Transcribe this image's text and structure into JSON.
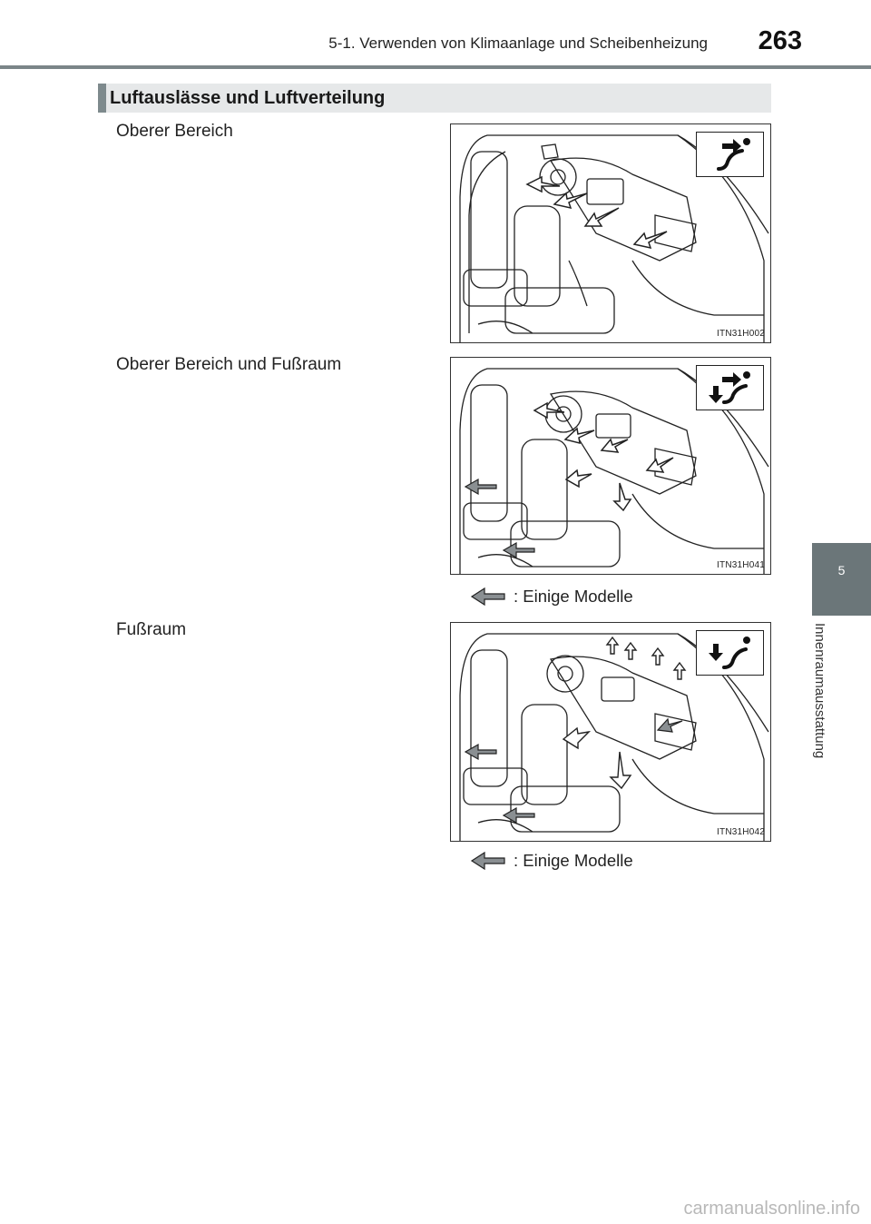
{
  "header": {
    "chapter_title": "5-1. Verwenden von Klimaanlage und Scheibenheizung",
    "page_number": "263"
  },
  "section": {
    "title": "Luftauslässe und Luftverteilung"
  },
  "items": [
    {
      "label": "Oberer Bereich",
      "figure_code": "ITN31H002",
      "mode_icon": "face-vent-icon"
    },
    {
      "label": "Oberer Bereich und Fußraum",
      "figure_code": "ITN31H041",
      "mode_icon": "bi-level-vent-icon",
      "note": ": Einige Modelle"
    },
    {
      "label": "Fußraum",
      "figure_code": "ITN31H042",
      "mode_icon": "floor-vent-icon",
      "note": ": Einige Modelle"
    }
  ],
  "side_tab": {
    "number": "5",
    "label": "Innenraumausstattung"
  },
  "footer": {
    "watermark": "carmanualsonline.info"
  }
}
